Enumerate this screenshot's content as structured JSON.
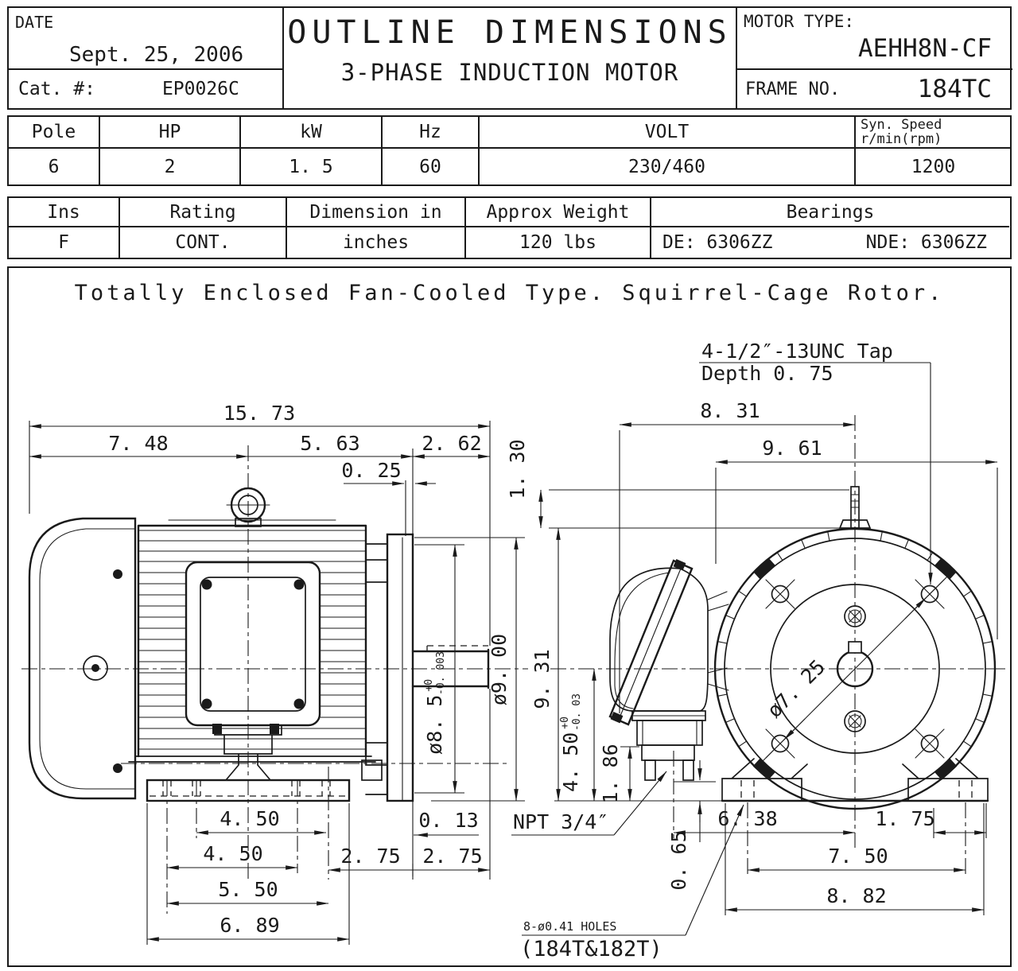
{
  "title_block": {
    "date_label": "DATE",
    "date_value": "Sept. 25, 2006",
    "cat_label": "Cat. #:",
    "cat_value": "EP0026C",
    "title": "OUTLINE DIMENSIONS",
    "subtitle": "3-PHASE INDUCTION MOTOR",
    "motor_type_label": "MOTOR TYPE:",
    "motor_type_value": "AEHH8N-CF",
    "frame_label": "FRAME NO.",
    "frame_value": "184TC"
  },
  "spec_table_1": {
    "headers": {
      "pole": "Pole",
      "hp": "HP",
      "kw": "kW",
      "hz": "Hz",
      "volt": "VOLT",
      "syn1": "Syn. Speed",
      "syn2": "r/min(rpm)"
    },
    "values": {
      "pole": "6",
      "hp": "2",
      "kw": "1. 5",
      "hz": "60",
      "volt": "230/460",
      "syn": "1200"
    }
  },
  "spec_table_2": {
    "headers": {
      "ins": "Ins",
      "rating": "Rating",
      "dimension": "Dimension in",
      "weight": "Approx Weight",
      "bearings": "Bearings"
    },
    "values": {
      "ins": "F",
      "rating": "CONT.",
      "dimension": "inches",
      "weight": "120 lbs",
      "bearing_de": "DE: 6306ZZ",
      "bearing_nde": "NDE: 6306ZZ"
    }
  },
  "description": "Totally Enclosed Fan-Cooled Type. Squirrel-Cage Rotor.",
  "drawing": {
    "side": {
      "len_total": "15. 73",
      "len_rear": "7. 48",
      "len_mid": "5. 63",
      "len_front": "2. 62",
      "pilot_depth": "0. 25",
      "flange_dia": "ø9. 00",
      "rabbet_dia": "ø8. 5",
      "rabbet_tol_top": "+0",
      "rabbet_tol_bot": "-0. 003",
      "step": "0. 13",
      "shaft_ext_a": "2. 75",
      "shaft_ext_b": "2. 75",
      "foot_a": "4. 50",
      "foot_b": "4. 50",
      "foot_c": "5. 50",
      "foot_d": "6. 89"
    },
    "end": {
      "tap_note_1": "4-1/2″-13UNC Tap",
      "tap_note_2": "Depth 0. 75",
      "top_width": "8. 31",
      "total_width": "9. 61",
      "eye_height": "1. 30",
      "height_total": "9. 31",
      "shaft_height": "4. 50",
      "shaft_tol_top": "+0",
      "shaft_tol_bot": "-0. 03",
      "box_height": "1. 86",
      "bolt_circle": "ø7. 25",
      "npt": "NPT 3/4″",
      "drain_to_center": "6. 38",
      "foot_edge": "1. 75",
      "foot_span": "7. 50",
      "base_width": "8. 82",
      "foot_height": "0. 65",
      "holes_note": "8-ø0.41 HOLES",
      "frames_note": "(184T&182T)"
    }
  }
}
